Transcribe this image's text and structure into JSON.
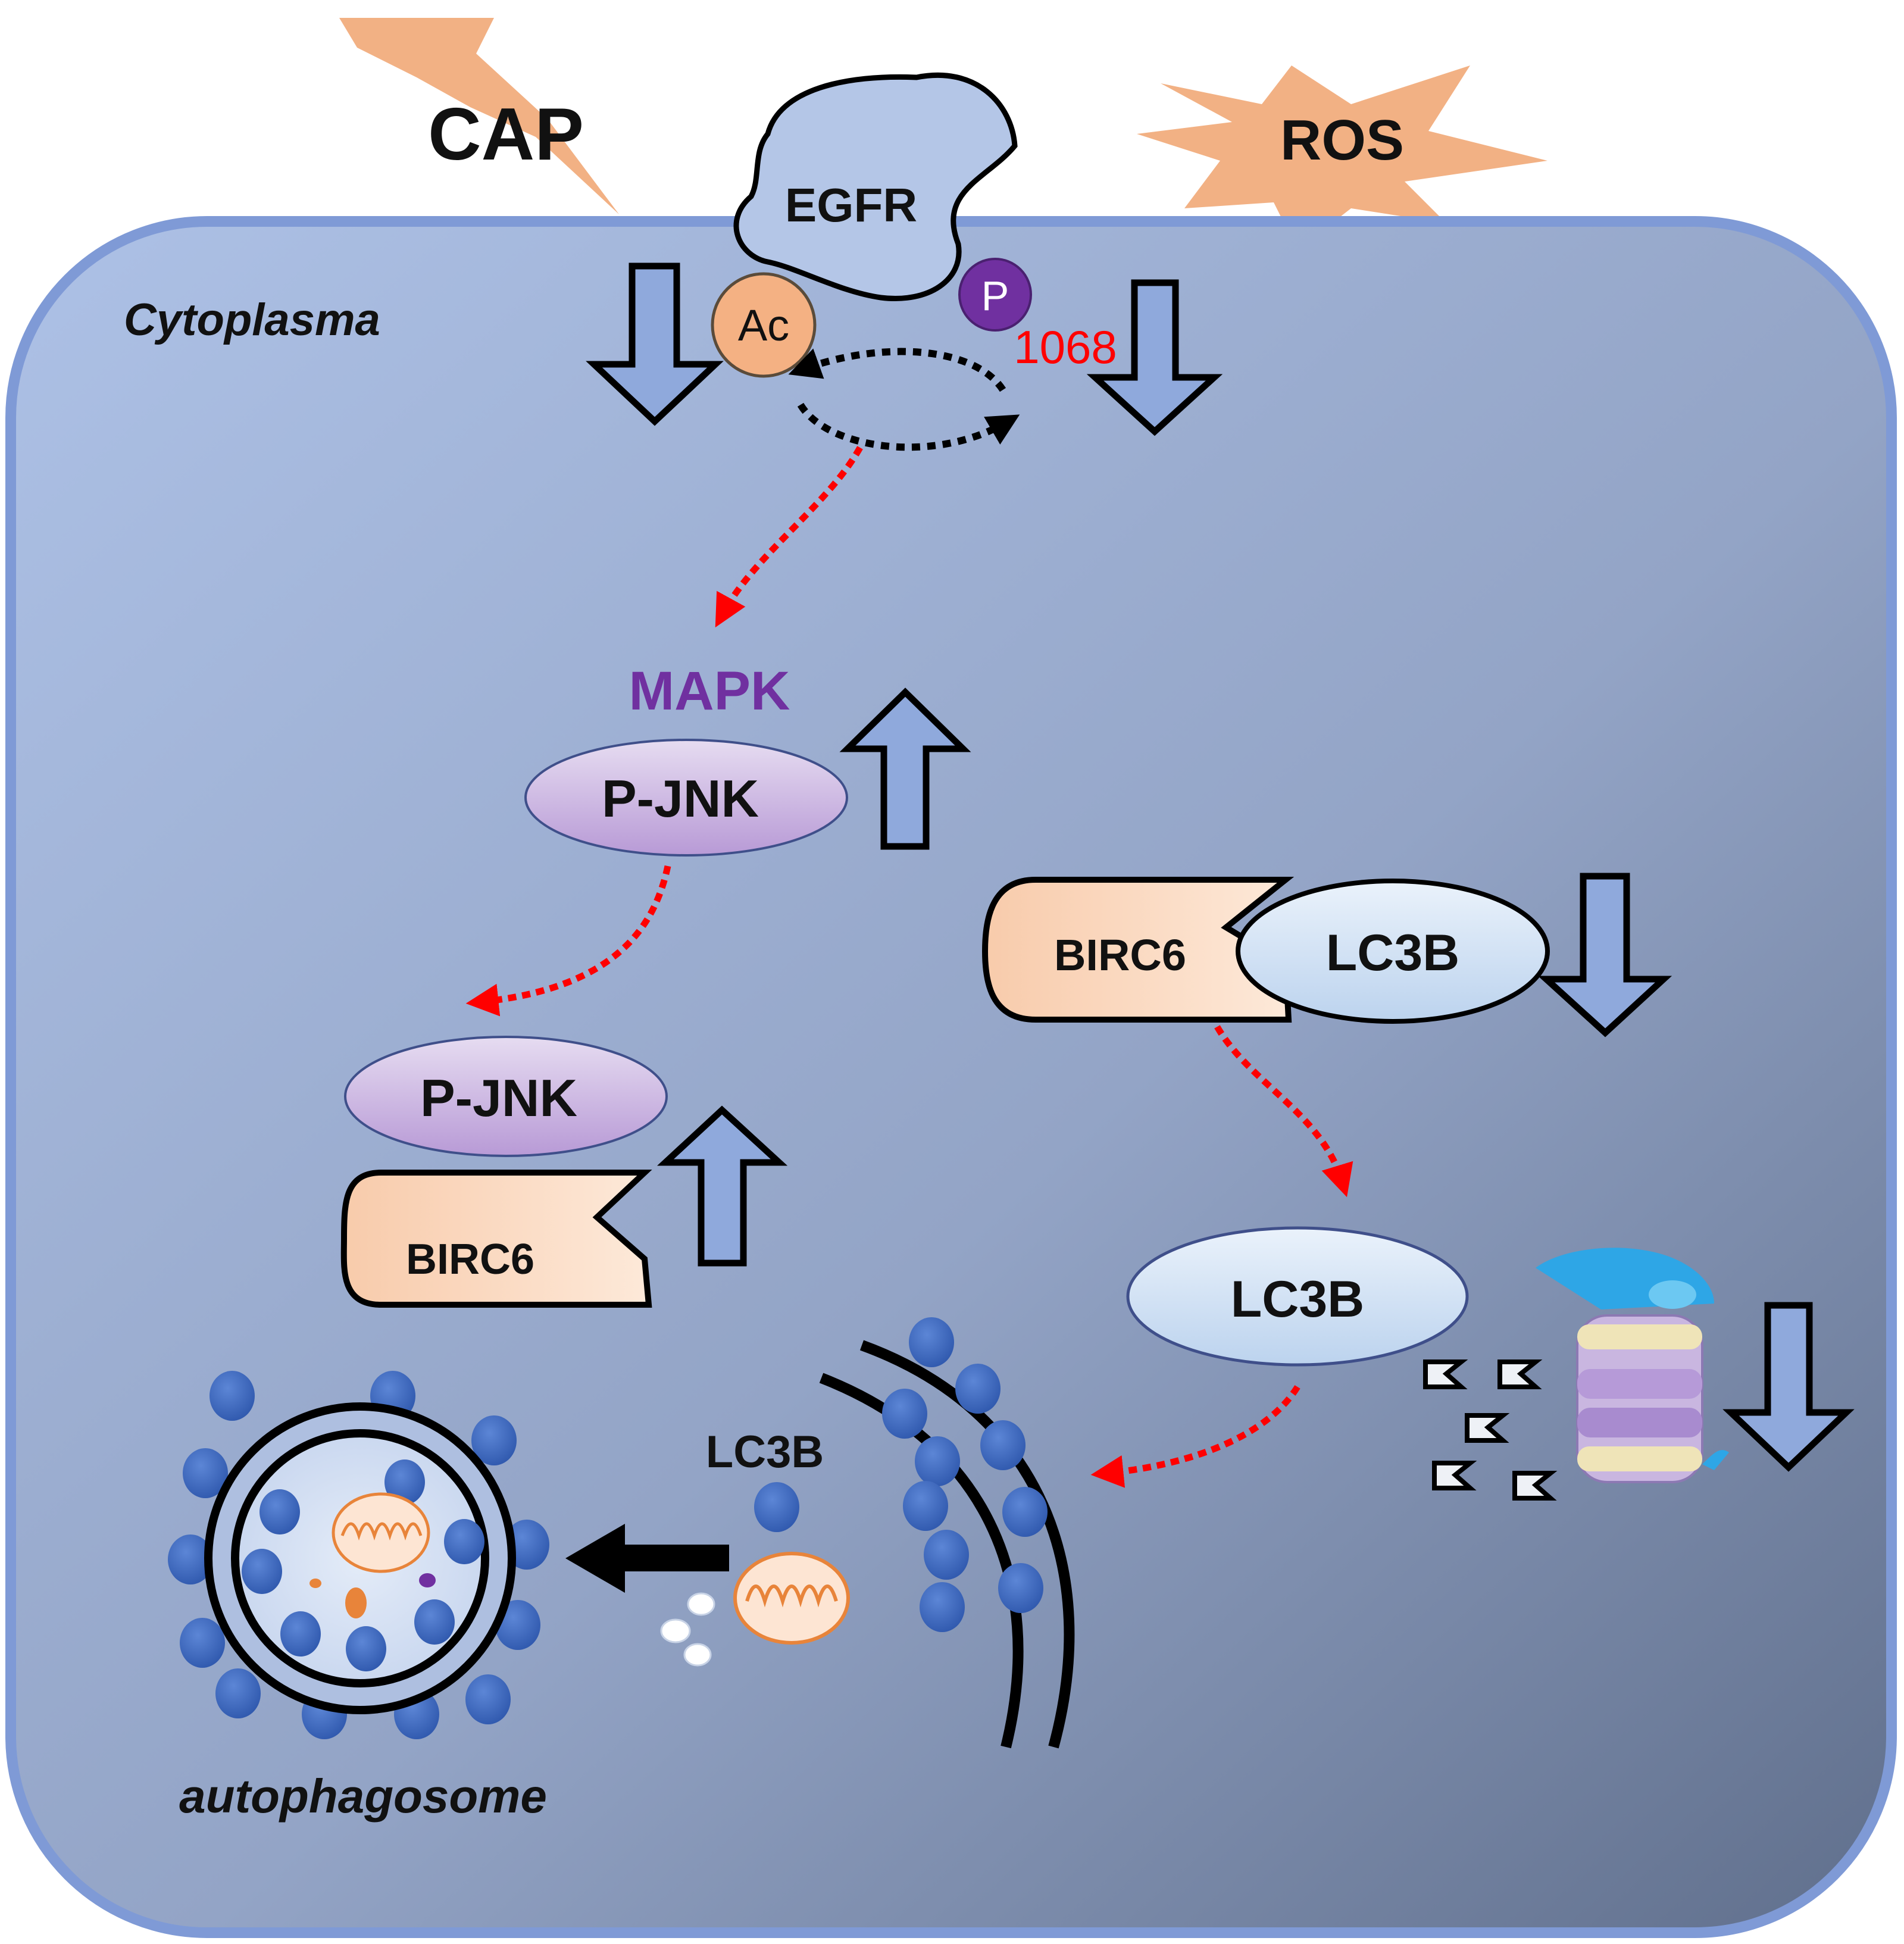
{
  "labels": {
    "cap": "CAP",
    "ros": "ROS",
    "egfr": "EGFR",
    "acetyl": "Ac",
    "phospho": "P",
    "site": "1068",
    "cytoplasm": "Cytoplasma",
    "mapk": "MAPK",
    "pjnk_upper": "P-JNK",
    "pjnk_lower": "P-JNK",
    "birc6_complex": "BIRC6",
    "lc3b_complex": "LC3B",
    "birc6_lower": "BIRC6",
    "lc3b_free": "LC3B",
    "lc3b_vesicle": "LC3B",
    "autophagosome": "autophagosome"
  },
  "colors": {
    "cell_fill_light": "#a9bde2",
    "cell_fill_dark": "#6a7a98",
    "cell_border": "#7f9ad6",
    "burst": "#f2b184",
    "egfr_fill": "#b4c6e7",
    "ac_fill": "#f4b183",
    "p_fill": "#7030a0",
    "site_text": "#ff0000",
    "mapk_text": "#7030a0",
    "pjnk_fill": "#cbb3e0",
    "birc6_fill": "#fbd5b5",
    "lc3b_fill": "#d6e4f5",
    "block_arrow": "#8fa9dc",
    "red_path": "#ff0000",
    "dot_blue": "#3d66bf",
    "mito": "#e8843a"
  },
  "icons": {
    "cap_burst": "lightning-bolt",
    "ros_burst": "explosion-star",
    "proteasome": "proteasome-icon",
    "mitochondrion": "mitochondrion-icon"
  }
}
